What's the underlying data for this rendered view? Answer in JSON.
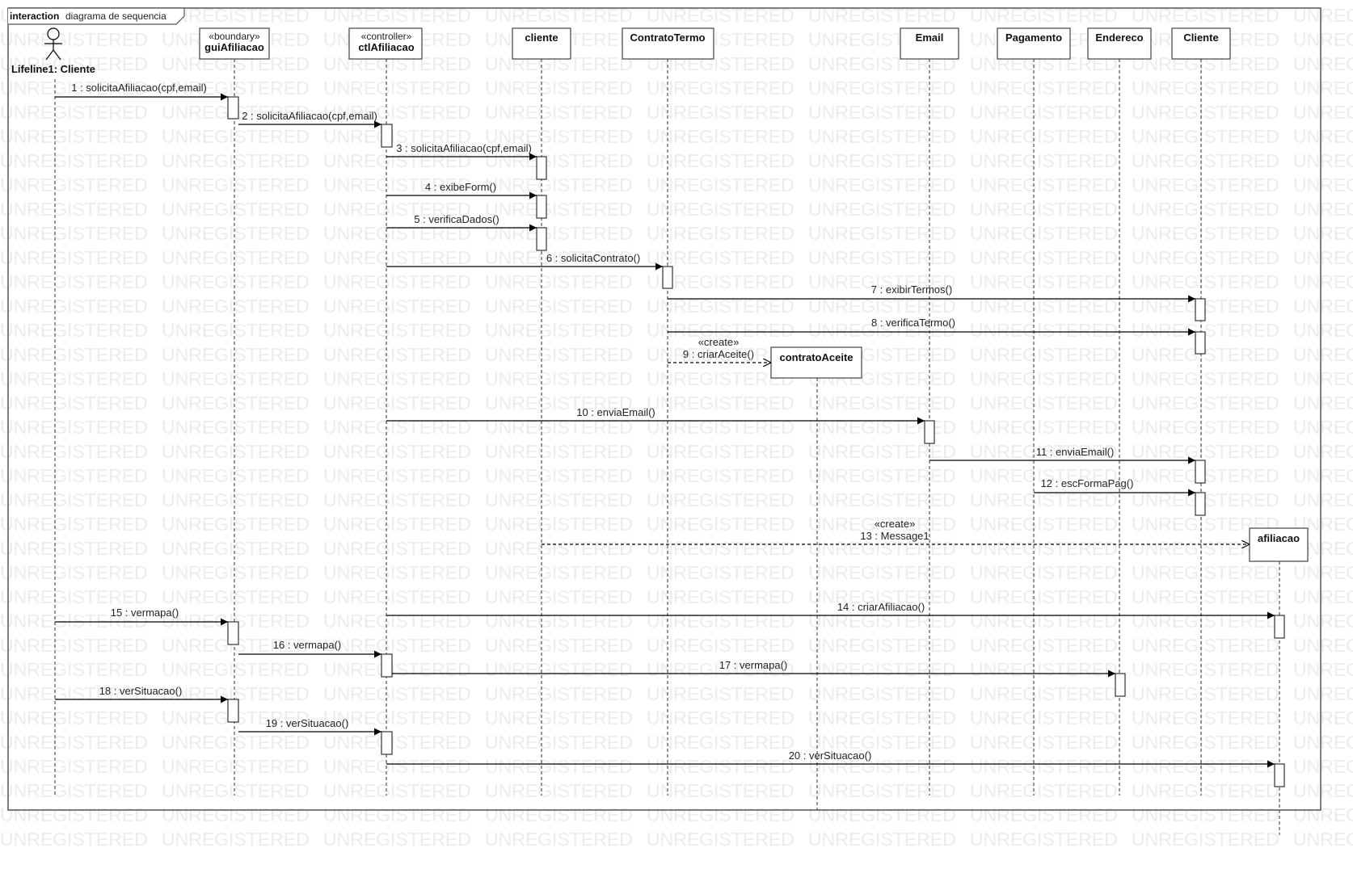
{
  "frame": {
    "keyword": "interaction",
    "name": "diagrama de sequencia"
  },
  "watermark": "UNREGISTERED",
  "actor": {
    "name": "Lifeline1: Cliente"
  },
  "lifelines": [
    {
      "id": "gui",
      "stereotype": "«boundary»",
      "name": "guiAfiliacao"
    },
    {
      "id": "ctl",
      "stereotype": "«controller»",
      "name": "ctlAfiliacao"
    },
    {
      "id": "cliente",
      "name": "cliente"
    },
    {
      "id": "contrato",
      "name": "ContratoTermo"
    },
    {
      "id": "email",
      "name": "Email"
    },
    {
      "id": "pagamento",
      "name": "Pagamento"
    },
    {
      "id": "endereco",
      "name": "Endereco"
    },
    {
      "id": "Cliente",
      "name": "Cliente"
    }
  ],
  "created_objects": [
    {
      "id": "aceite",
      "name": "contratoAceite"
    },
    {
      "id": "afiliacao",
      "name": "afiliacao"
    }
  ],
  "messages": [
    {
      "label": "1 : solicitaAfiliacao(cpf,email)",
      "from": "actor",
      "to": "gui"
    },
    {
      "label": "2 : solicitaAfiliacao(cpf,email)",
      "from": "gui",
      "to": "ctl"
    },
    {
      "label": "3 : solicitaAfiliacao(cpf,email)",
      "from": "ctl",
      "to": "cliente"
    },
    {
      "label": "4 : exibeForm()",
      "from": "ctl",
      "to": "cliente"
    },
    {
      "label": "5 : verificaDados()",
      "from": "ctl",
      "to": "cliente"
    },
    {
      "label": "6 : solicitaContrato()",
      "from": "ctl",
      "to": "contrato"
    },
    {
      "label": "7 : exibirTermos()",
      "from": "contrato",
      "to": "Cliente"
    },
    {
      "label": "8 : verificaTermo()",
      "from": "contrato",
      "to": "Cliente"
    },
    {
      "label": "9 : criarAceite()",
      "stereotype": "«create»",
      "from": "contrato",
      "to": "aceite",
      "create": true
    },
    {
      "label": "10 : enviaEmail()",
      "from": "ctl",
      "to": "email"
    },
    {
      "label": "11 : enviaEmail()",
      "from": "email",
      "to": "Cliente"
    },
    {
      "label": "12 : escFormaPag()",
      "from": "pagamento",
      "to": "Cliente"
    },
    {
      "label": "13 : Message1",
      "stereotype": "«create»",
      "from": "cliente",
      "to": "afiliacao",
      "create": true
    },
    {
      "label": "14 : criarAfiliacao()",
      "from": "ctl",
      "to": "afiliacao"
    },
    {
      "label": "15 : vermapa()",
      "from": "actor",
      "to": "gui"
    },
    {
      "label": "16 : vermapa()",
      "from": "gui",
      "to": "ctl"
    },
    {
      "label": "17 : vermapa()",
      "from": "ctl",
      "to": "endereco"
    },
    {
      "label": "18 : verSituacao()",
      "from": "actor",
      "to": "gui"
    },
    {
      "label": "19 : verSituacao()",
      "from": "gui",
      "to": "ctl"
    },
    {
      "label": "20 : verSituacao()",
      "from": "ctl",
      "to": "afiliacao"
    }
  ]
}
